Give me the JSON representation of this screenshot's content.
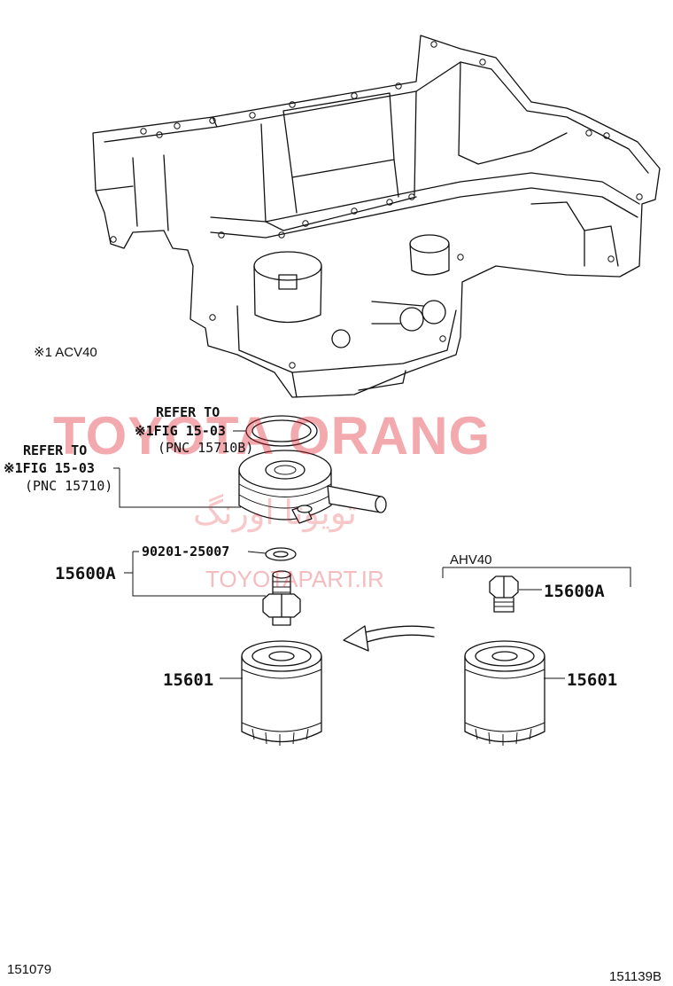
{
  "notes": {
    "acv40": "※1 ACV40",
    "ahv40": "AHV40"
  },
  "callouts": {
    "ring": {
      "line1": "REFER TO",
      "line2": "※1FIG 15-03",
      "line3": "(PNC 15710B)"
    },
    "cooler": {
      "line1": "REFER TO",
      "line2": "※1FIG 15-03",
      "line3": "(PNC 15710)"
    }
  },
  "parts": {
    "gasket": "90201-25007",
    "union_bolt_left": "15600A",
    "union_bolt_right": "15600A",
    "filter_left": "15601",
    "filter_right": "15601"
  },
  "footer": {
    "left_code": "151079",
    "right_code": "151139B"
  },
  "watermark": {
    "main": "TOYOTA ORANG",
    "persian": "تویوتا اورنگ",
    "site": "TOYOTAPART.IR"
  }
}
